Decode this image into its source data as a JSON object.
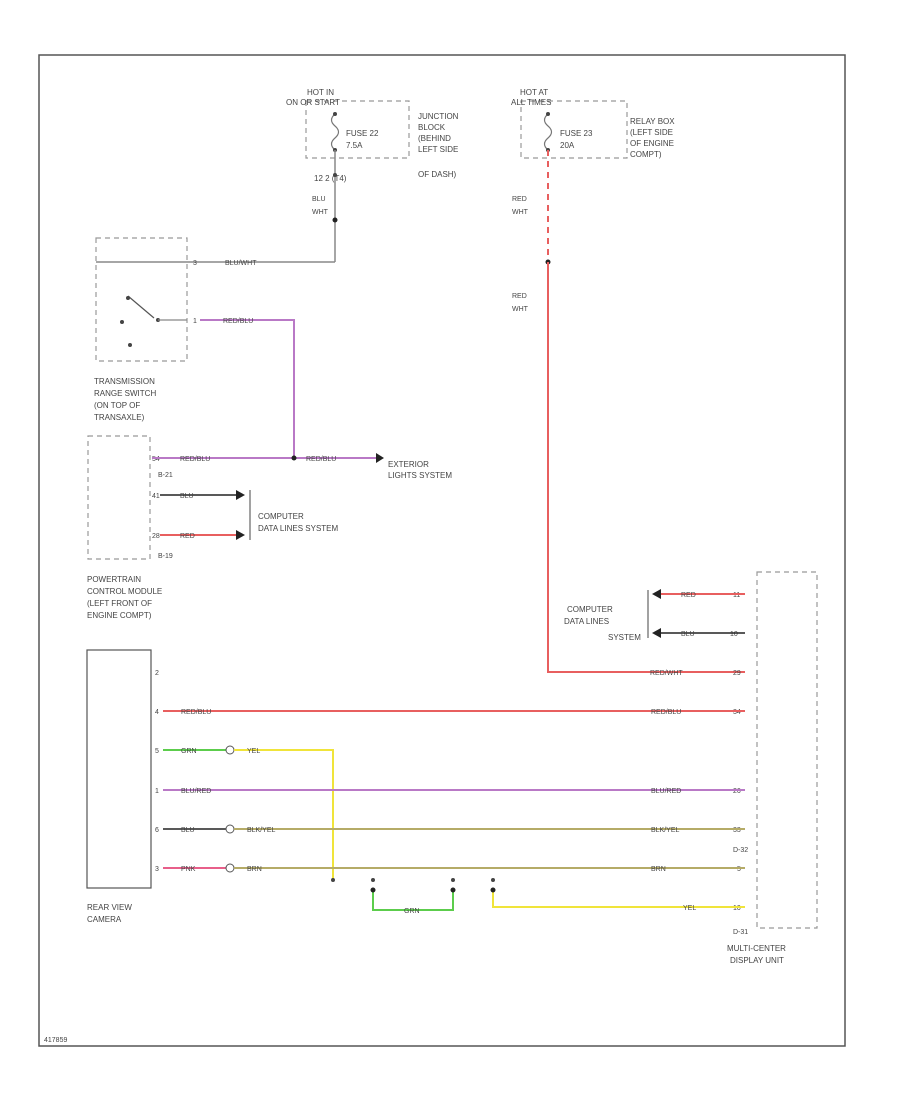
{
  "labels": {
    "hot_in_l1": "HOT IN",
    "hot_in_l2": "ON OR START",
    "fuse22_l1": "FUSE 22",
    "fuse22_l2": "7.5A",
    "junction_l1": "JUNCTION",
    "junction_l2": "BLOCK",
    "junction_l3": "(BEHIND",
    "junction_l4": "LEFT SIDE",
    "junction_l5": "OF DASH)",
    "jb_conn": "12  2 (T4)",
    "hot_at_l1": "HOT AT",
    "hot_at_l2": "ALL TIMES",
    "fuse23_l1": "FUSE 23",
    "fuse23_l2": "20A",
    "relay_l1": "RELAY BOX",
    "relay_l2": "(LEFT SIDE",
    "relay_l3": "OF ENGINE",
    "relay_l4": "COMPT)",
    "trans_l1": "TRANSMISSION",
    "trans_l2": "RANGE SWITCH",
    "trans_l3": "(ON TOP OF",
    "trans_l4": "TRANSAXLE)",
    "ext_l1": "EXTERIOR",
    "ext_l2": "LIGHTS SYSTEM",
    "comp1_l1": "COMPUTER",
    "comp1_l2": "DATA LINES SYSTEM",
    "pcm_conn1": "B-21",
    "pcm_conn2": "B-19",
    "pcm_l1": "POWERTRAIN",
    "pcm_l2": "CONTROL MODULE",
    "pcm_l3": "(LEFT FRONT OF",
    "pcm_l4": "ENGINE COMPT)",
    "comp2_l1": "COMPUTER",
    "comp2_l2": "DATA LINES",
    "comp2_l3": "SYSTEM",
    "cam_l1": "REAR VIEW",
    "cam_l2": "CAMERA",
    "mcd_conn1": "D-32",
    "mcd_conn2": "D-31",
    "mcd_l1": "MULTI-CENTER",
    "mcd_l2": "DISPLAY UNIT",
    "fig_id": "417859"
  },
  "wires": {
    "blu_wht_a": "BLU",
    "blu_wht_b": "WHT",
    "blu_wht": "BLU/WHT",
    "red_blu": "RED/BLU",
    "red_wht_a": "RED",
    "red_wht_b": "WHT",
    "blu": "BLU",
    "red": "RED",
    "red_wht": "RED/WHT",
    "grn": "GRN",
    "yel": "YEL",
    "blu_red": "BLU/RED",
    "blk_yel": "BLK/YEL",
    "pnk": "PNK",
    "brn": "BRN"
  },
  "pins": {
    "t1": "3",
    "t2": "1",
    "pcm1": "54",
    "pcm2": "41",
    "pcm3": "28",
    "cam1": "2",
    "cam2": "4",
    "cam3": "5",
    "cam4": "1",
    "cam5": "6",
    "cam6": "3",
    "mcd1": "11",
    "mcd2": "10",
    "mcd3": "29",
    "mcd4": "34",
    "mcd5": "26",
    "mcd6": "33",
    "mcd7": "5",
    "mcd8": "10"
  },
  "colors": {
    "red": "#e85f5f",
    "purple": "#b979c6",
    "green": "#5ccd4c",
    "yellow": "#f0e43a",
    "olive": "#b5ab67",
    "black": "#222222",
    "gray": "#999999"
  }
}
